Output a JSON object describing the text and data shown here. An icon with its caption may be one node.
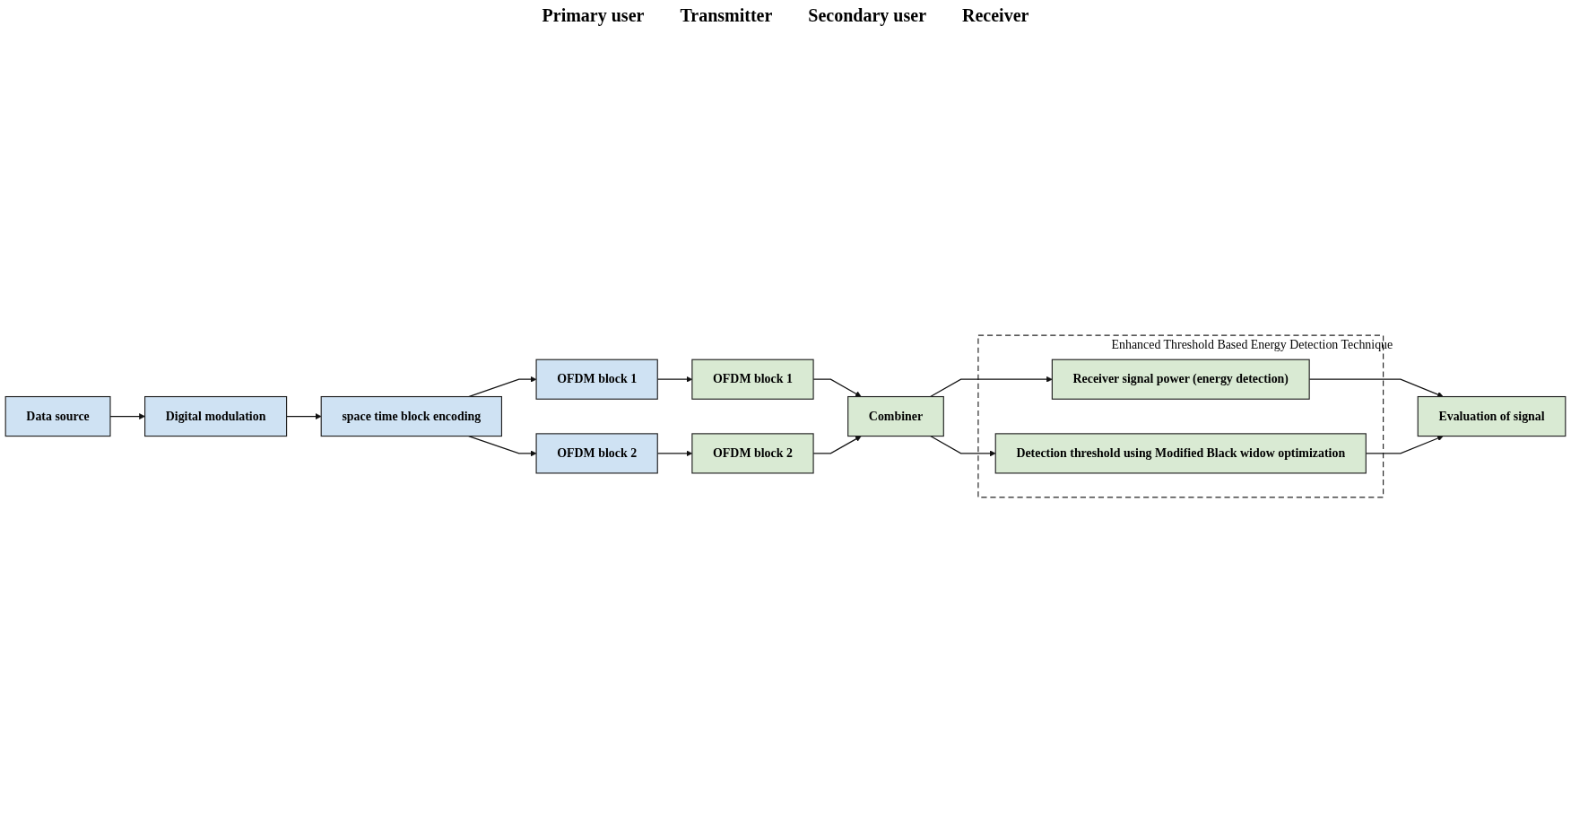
{
  "diagram": {
    "nodes": [
      {
        "text": [
          "Data source"
        ]
      },
      {
        "text": [
          "Digital modulation"
        ]
      },
      {
        "text": [
          "space time block encoding"
        ]
      },
      {
        "text": [
          "OFDM block 1"
        ]
      },
      {
        "text": [
          "OFDM block 2"
        ]
      },
      {
        "text": [
          "Enhanced Threshold Based Energy Detection Technique"
        ]
      },
      {
        "text": [
          "Receiver signal power (energy detection)"
        ],
        "in": 5
      },
      {
        "text": [
          "Detection threshold using Modified Black widow optimization"
        ],
        "in": 5
      },
      {
        "text": [
          "Evaluation of signal"
        ]
      },
      {
        "text": [
          "OFDM block 1"
        ]
      },
      {
        "text": [
          "Combiner"
        ]
      },
      {
        "text": [
          "OFDM block 2"
        ]
      }
    ],
    "edges": [
      {
        "from": 0,
        "to": 1,
        "arrow": "to"
      },
      {
        "from": 1,
        "to": 2,
        "arrow": "to"
      },
      {
        "from": 2,
        "to": 3,
        "arrow": "to"
      },
      {
        "from": 2,
        "to": 4,
        "arrow": "to"
      },
      {
        "from": 3,
        "to": 9,
        "arrow": "to"
      },
      {
        "from": 4,
        "to": 11,
        "arrow": "to"
      },
      {
        "from": 9,
        "to": 10,
        "arrow": "to"
      },
      {
        "from": 11,
        "to": 10,
        "arrow": "to"
      },
      {
        "from": 10,
        "to": 6,
        "arrow": "to"
      },
      {
        "from": 10,
        "to": 7,
        "arrow": "to"
      },
      {
        "from": 6,
        "to": 8,
        "arrow": "to"
      },
      {
        "from": 7,
        "to": 8,
        "arrow": "to"
      }
    ],
    "labels": [
      "Primary user",
      "Transmitter",
      "Secondary user",
      "Receiver"
    ]
  }
}
